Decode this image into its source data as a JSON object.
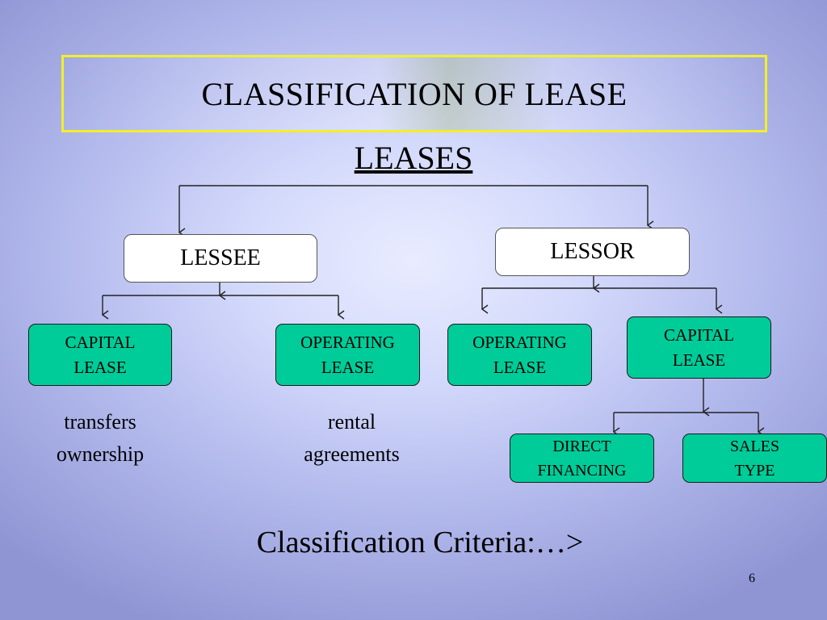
{
  "slide": {
    "title": "CLASSIFICATION OF LEASE",
    "root": "LEASES",
    "lessee": {
      "label": "LESSEE",
      "children": [
        {
          "label": "CAPITAL\nLEASE",
          "caption": "transfers\nownership"
        },
        {
          "label": "OPERATING\nLEASE",
          "caption": "rental\nagreements"
        }
      ]
    },
    "lessor": {
      "label": "LESSOR",
      "children": [
        {
          "label": "OPERATING\nLEASE"
        },
        {
          "label": "CAPITAL\nLEASE",
          "children": [
            {
              "label": "DIRECT\nFINANCING"
            },
            {
              "label": "SALES\nTYPE"
            }
          ]
        }
      ]
    },
    "footer_text": "Classification Criteria:…>",
    "page_number": "6"
  },
  "colors": {
    "node_fill": "#00cc99",
    "title_border": "#f2ef28",
    "background": "#b2b9ec"
  }
}
